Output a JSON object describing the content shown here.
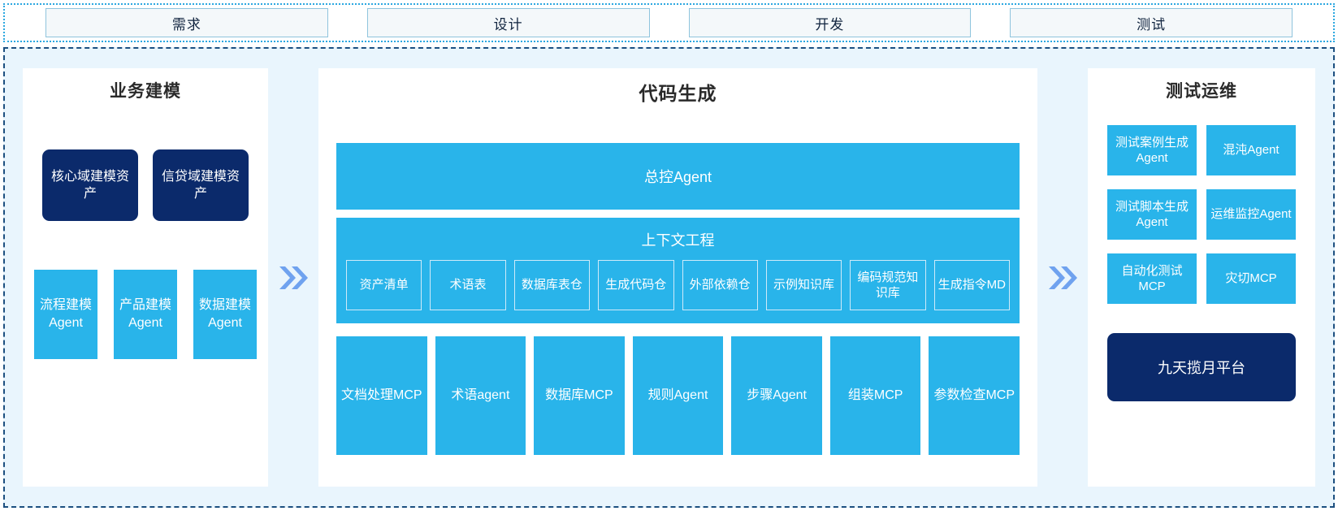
{
  "phases": [
    {
      "label": "需求"
    },
    {
      "label": "设计"
    },
    {
      "label": "开发"
    },
    {
      "label": "测试"
    }
  ],
  "arrows": {
    "left_arrow": "»",
    "right_arrow": "»"
  },
  "colors": {
    "accent_blue": "#29b4ea",
    "navy": "#0b2a6b",
    "region_bg": "#e9f5fd",
    "region_border": "#1c4f80",
    "phase_border": "#2ba7e0",
    "arrow": "#6fa2ef"
  },
  "left_panel": {
    "title": "业务建模",
    "assets": [
      {
        "label": "核心域建模资产"
      },
      {
        "label": "信贷域建模资产"
      }
    ],
    "agents": [
      {
        "label": "流程建模Agent"
      },
      {
        "label": "产品建模Agent"
      },
      {
        "label": "数据建模Agent"
      }
    ]
  },
  "center_panel": {
    "title": "代码生成",
    "master_agent": "总控Agent",
    "context": {
      "title": "上下文工程",
      "items": [
        {
          "label": "资产清单"
        },
        {
          "label": "术语表"
        },
        {
          "label": "数据库表仓"
        },
        {
          "label": "生成代码仓"
        },
        {
          "label": "外部依赖仓"
        },
        {
          "label": "示例知识库"
        },
        {
          "label": "编码规范知识库"
        },
        {
          "label": "生成指令MD"
        }
      ]
    },
    "tools": [
      {
        "label": "文档处理MCP"
      },
      {
        "label": "术语agent"
      },
      {
        "label": "数据库MCP"
      },
      {
        "label": "规则Agent"
      },
      {
        "label": "步骤Agent"
      },
      {
        "label": "组装MCP"
      },
      {
        "label": "参数检查MCP"
      }
    ]
  },
  "right_panel": {
    "title": "测试运维",
    "cards": [
      {
        "label": "测试案例生成Agent"
      },
      {
        "label": "混沌Agent"
      },
      {
        "label": "测试脚本生成Agent"
      },
      {
        "label": "运维监控Agent"
      },
      {
        "label": "自动化测试MCP"
      },
      {
        "label": "灾切MCP"
      }
    ],
    "platform": "九天揽月平台"
  }
}
